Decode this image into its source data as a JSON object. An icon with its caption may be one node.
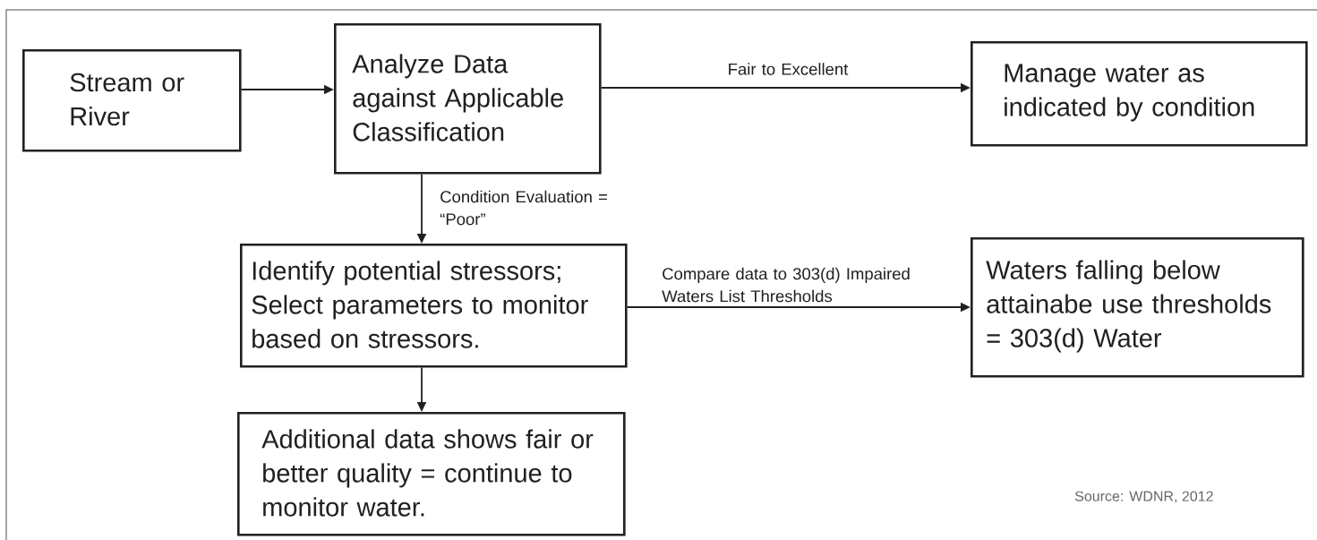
{
  "diagram": {
    "nodes": [
      {
        "text": [
          "Stream or River"
        ]
      },
      {
        "text": [
          "Analyze Data against Applicable Classification"
        ]
      },
      {
        "text": [
          "Manage water as indicated by condition"
        ]
      },
      {
        "text": [
          "Identify potential stressors; Select parameters to monitor based on stressors."
        ]
      },
      {
        "text": [
          "Waters falling below attainabe use thresholds = 303(d) Water"
        ]
      },
      {
        "text": [
          "Additional data shows fair or better quality = continue to monitor water."
        ]
      }
    ],
    "edges": [
      {
        "from": 0,
        "to": 1,
        "arrow": "to"
      },
      {
        "from": 1,
        "to": 2,
        "arrow": "to",
        "label": "Fair to Excellent"
      },
      {
        "from": 1,
        "to": 3,
        "arrow": "to",
        "label": "Condition Evaluation = “Poor”"
      },
      {
        "from": 3,
        "to": 4,
        "arrow": "to",
        "label": "Compare data to 303(d) Impaired Waters List Thresholds"
      },
      {
        "from": 3,
        "to": 5,
        "arrow": "to"
      }
    ],
    "labels": [
      "Source: WDNR, 2012"
    ]
  }
}
